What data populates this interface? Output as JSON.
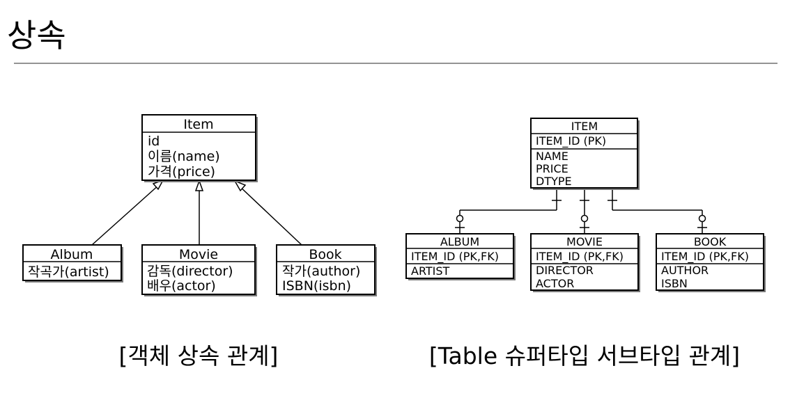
{
  "page_title": "상속",
  "object_model": {
    "caption": "[객체 상속 관계]",
    "parent": {
      "name": "Item",
      "attributes": [
        "id",
        "이름(name)",
        "가격(price)"
      ]
    },
    "children": [
      {
        "name": "Album",
        "attributes": [
          "작곡가(artist)"
        ]
      },
      {
        "name": "Movie",
        "attributes": [
          "감독(director)",
          "배우(actor)"
        ]
      },
      {
        "name": "Book",
        "attributes": [
          "작가(author)",
          "ISBN(isbn)"
        ]
      }
    ]
  },
  "table_model": {
    "caption": "[Table 슈퍼타입 서브타입 관계]",
    "parent": {
      "name": "ITEM",
      "key": "ITEM_ID (PK)",
      "columns": [
        "NAME",
        "PRICE",
        "DTYPE"
      ]
    },
    "children": [
      {
        "name": "ALBUM",
        "key": "ITEM_ID (PK,FK)",
        "columns": [
          "ARTIST"
        ]
      },
      {
        "name": "MOVIE",
        "key": "ITEM_ID (PK,FK)",
        "columns": [
          "DIRECTOR",
          "ACTOR"
        ]
      },
      {
        "name": "BOOK",
        "key": "ITEM_ID (PK,FK)",
        "columns": [
          "AUTHOR",
          "ISBN"
        ]
      }
    ]
  }
}
